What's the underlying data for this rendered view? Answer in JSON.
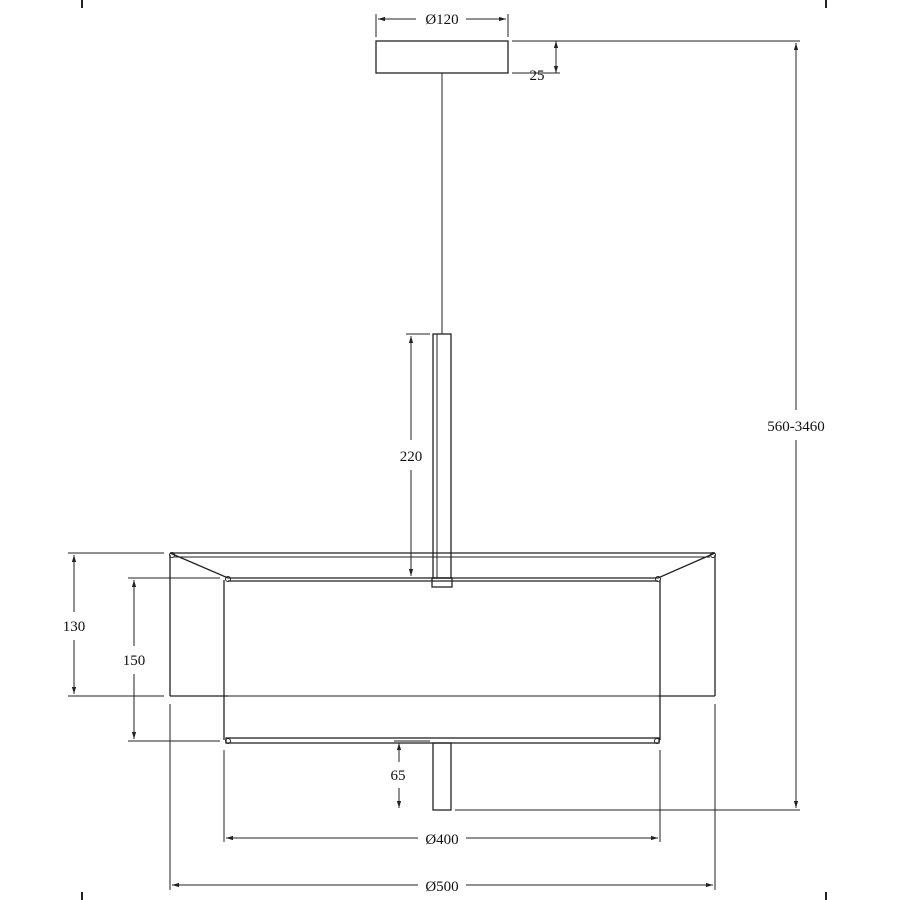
{
  "drawing": {
    "dimensions": {
      "canopy_diameter": "Ø120",
      "canopy_height": "25",
      "overall_height": "560-3460",
      "stem_length": "220",
      "outer_shade_height": "130",
      "inner_shade_height": "150",
      "bottom_finial": "65",
      "inner_diameter": "Ø400",
      "outer_diameter": "Ø500"
    }
  }
}
